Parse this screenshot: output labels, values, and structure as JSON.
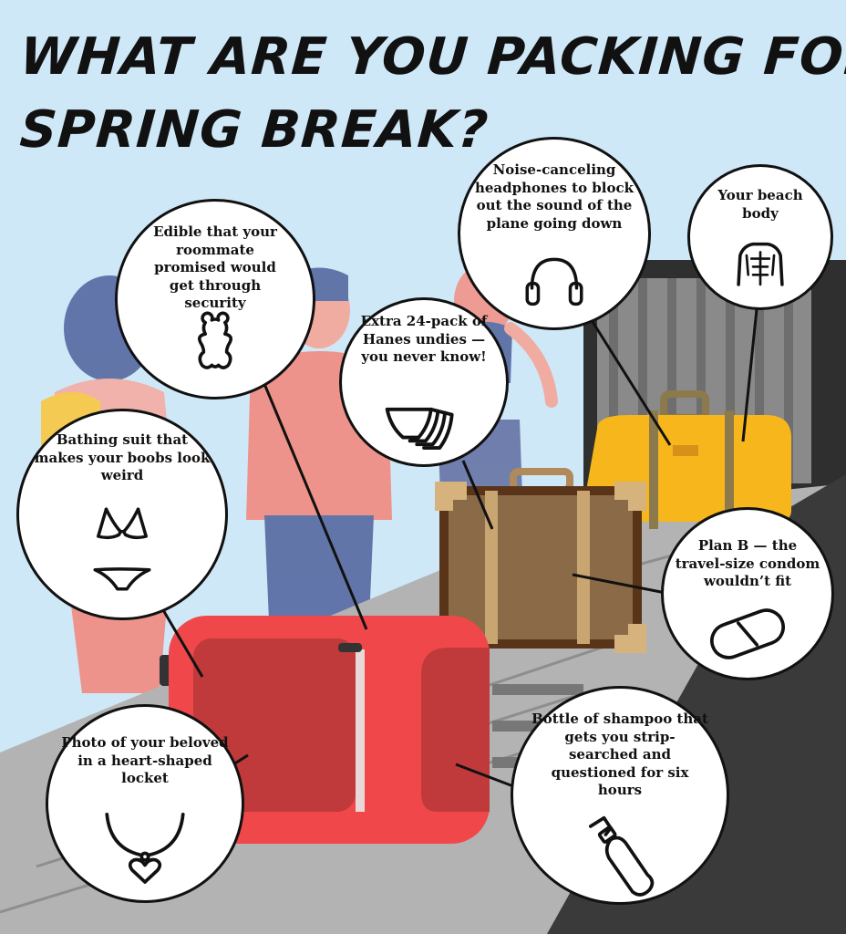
{
  "title": {
    "line1": "WHAT ARE YOU PACKING FOR",
    "line2": "SPRING BREAK?"
  },
  "items": {
    "edible": {
      "text": "Edible that your roommate promised would get through security",
      "icon": "gummy-bear-icon"
    },
    "headphones": {
      "text": "Noise-canceling headphones to block out the sound of the plane going down",
      "icon": "headphones-icon"
    },
    "beach_body": {
      "text": "Your beach body",
      "icon": "torso-icon"
    },
    "undies": {
      "text": "Extra 24-pack of Hanes undies — you never know!",
      "icon": "underwear-icon"
    },
    "bathing_suit": {
      "text": "Bathing suit that makes your boobs look weird",
      "icon": "bikini-icon"
    },
    "plan_b": {
      "text": "Plan B — the travel-size condom wouldn’t fit",
      "icon": "pill-icon"
    },
    "locket": {
      "text": "Photo of your beloved in a heart-shaped locket",
      "icon": "heart-locket-icon"
    },
    "shampoo": {
      "text": "Bottle of shampoo that gets you strip-searched and questioned for six hours",
      "icon": "shampoo-bottle-icon"
    }
  },
  "colors": {
    "sky": "#cfe8f8",
    "red_suitcase": "#f0484a",
    "yellow_bag": "#f6b61c",
    "brown_suitcase": "#8b6a47",
    "conveyor": "#b3b3b3",
    "people": "#5c6fa5"
  }
}
